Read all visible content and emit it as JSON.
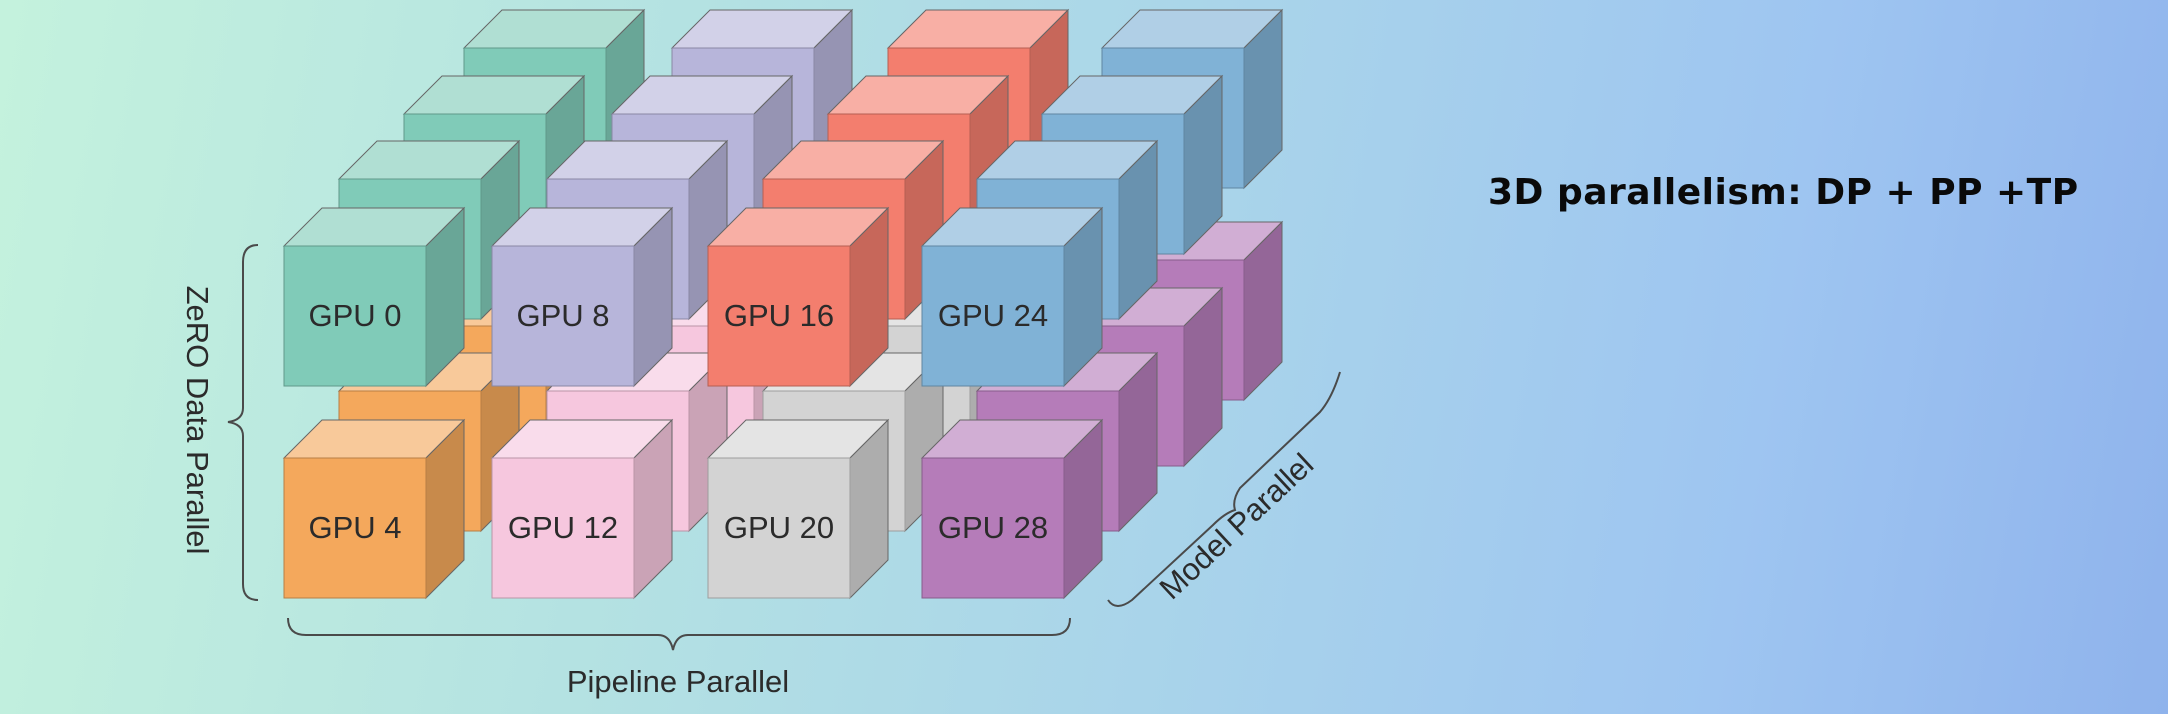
{
  "title": "3D parallelism: DP + PP +TP",
  "axes": {
    "vertical": "ZeRO Data Parallel",
    "horizontal": "Pipeline Parallel",
    "depth": "Model Parallel"
  },
  "columns": [
    {
      "top": {
        "color": "#80cbb8"
      },
      "bottom": {
        "color": "#f4a85c"
      }
    },
    {
      "top": {
        "color": "#b7b5da"
      },
      "bottom": {
        "color": "#f6c7de"
      }
    },
    {
      "top": {
        "color": "#f37e6e"
      },
      "bottom": {
        "color": "#d3d3d3"
      }
    },
    {
      "top": {
        "color": "#80b2d6"
      },
      "bottom": {
        "color": "#b57cb9"
      }
    }
  ],
  "front_labels": {
    "top": [
      "GPU 0",
      "GPU 8",
      "GPU 16",
      "GPU 24"
    ],
    "bottom": [
      "GPU 4",
      "GPU 12",
      "GPU 20",
      "GPU 28"
    ]
  }
}
